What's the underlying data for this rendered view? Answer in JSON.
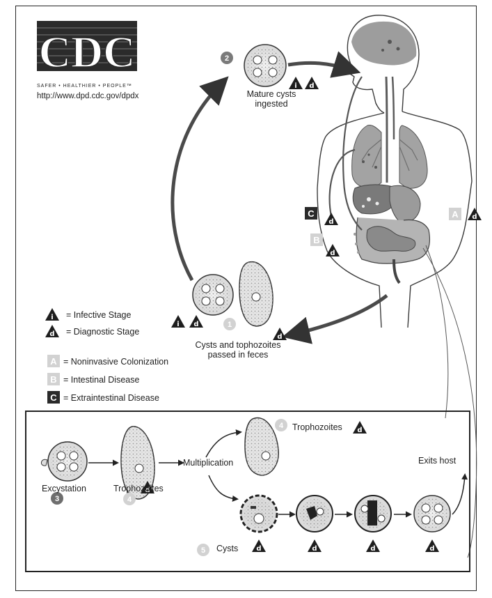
{
  "logo": {
    "text": "CDC",
    "tagline": "SAFER • HEALTHIER • PEOPLE™",
    "url": "http://www.dpd.cdc.gov/dpdx"
  },
  "markers": {
    "infective": "i",
    "diagnostic": "d",
    "noninvasive": "A",
    "intestinal": "B",
    "extraintestinal": "C"
  },
  "stage_numbers": [
    "1",
    "2",
    "3",
    "4",
    "4",
    "5"
  ],
  "labels": {
    "mature_cysts": [
      "Mature cysts",
      "ingested"
    ],
    "passed_feces": [
      "Cysts and tophozoites",
      "passed in feces"
    ],
    "excystation": "Excystation",
    "trophozoites_inset": "Trophozoites",
    "trophozoites_top": "Trophozoites",
    "multiplication": "Multiplication",
    "cysts": "Cysts",
    "exits_host": "Exits host"
  },
  "legend": {
    "infective": "= Infective Stage",
    "diagnostic": "= Diagnostic Stage",
    "noninvasive": "= Noninvasive Colonization",
    "intestinal": "= Intestinal Disease",
    "extraintestinal": "= Extraintestinal Disease"
  },
  "colors": {
    "ink": "#1e1e1e",
    "arrow": "#4a4a4a",
    "organ": "#8c8c8c",
    "organ_light": "#bdbdbd",
    "marker_light": "#d2d2d2"
  }
}
